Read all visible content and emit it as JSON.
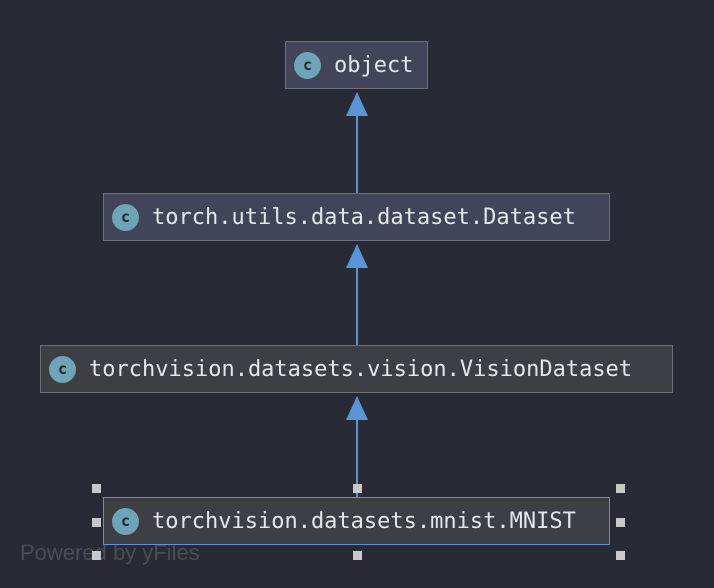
{
  "nodes": [
    {
      "id": "object",
      "label": "object",
      "icon": "class-icon",
      "icon_letter": "c"
    },
    {
      "id": "dataset",
      "label": "torch.utils.data.dataset.Dataset",
      "icon": "class-icon",
      "icon_letter": "c"
    },
    {
      "id": "vision",
      "label": "torchvision.datasets.vision.VisionDataset",
      "icon": "class-icon",
      "icon_letter": "c"
    },
    {
      "id": "mnist",
      "label": "torchvision.datasets.mnist.MNIST",
      "icon": "class-icon",
      "icon_letter": "c",
      "selected": true
    }
  ],
  "edges": [
    {
      "from": "dataset",
      "to": "object",
      "type": "inheritance"
    },
    {
      "from": "vision",
      "to": "dataset",
      "type": "inheritance"
    },
    {
      "from": "mnist",
      "to": "vision",
      "type": "inheritance"
    }
  ],
  "watermark": "Powered by yFiles",
  "colors": {
    "background": "#282b35",
    "edge": "#5a93d6",
    "selection": "#5a93d6",
    "icon": "#6fa3b6"
  }
}
